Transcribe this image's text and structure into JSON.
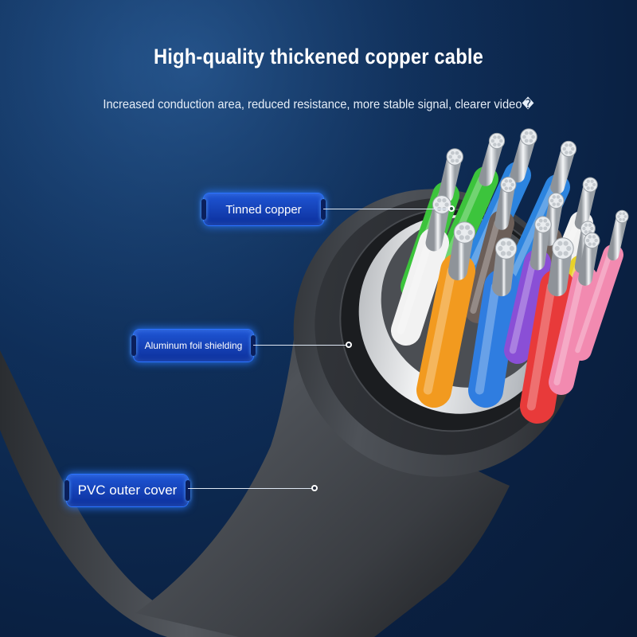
{
  "title": "High-quality thickened copper cable",
  "subtitle": "Increased conduction area, reduced resistance, more stable signal, clearer video�",
  "callouts": [
    {
      "label": "Tinned copper"
    },
    {
      "label": "Aluminum foil shielding"
    },
    {
      "label": "PVC outer cover"
    }
  ],
  "colors": {
    "background": "#0f2f5a",
    "callout_fill": "#1a48c8",
    "callout_glow": "#2a72ff",
    "jacket": "#3a3d42",
    "foil": "#c9ccd0",
    "copper": "#d9dde2"
  },
  "wire_colors": [
    "#3cc43c",
    "#f2f2f2",
    "#f29a1f",
    "#2f7de0",
    "#e83a3a",
    "#8a4fd6",
    "#f28ab0",
    "#e8d22a",
    "#6b5e58",
    "#2c84df"
  ]
}
